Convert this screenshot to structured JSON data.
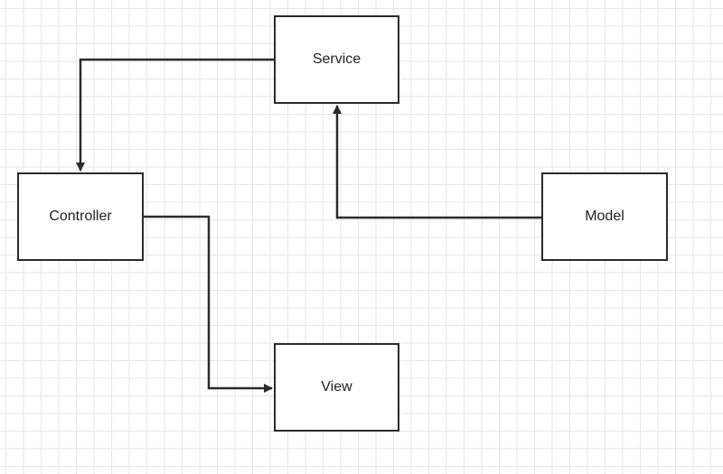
{
  "diagram": {
    "nodes": [
      {
        "id": "service",
        "label": "Service"
      },
      {
        "id": "controller",
        "label": "Controller"
      },
      {
        "id": "model",
        "label": "Model"
      },
      {
        "id": "view",
        "label": "View"
      }
    ],
    "edges": [
      {
        "from": "service",
        "to": "controller"
      },
      {
        "from": "model",
        "to": "service"
      },
      {
        "from": "controller",
        "to": "view"
      }
    ],
    "colors": {
      "stroke": "#2b2b2b",
      "grid": "#e6e6e6",
      "background": "#ffffff"
    }
  }
}
